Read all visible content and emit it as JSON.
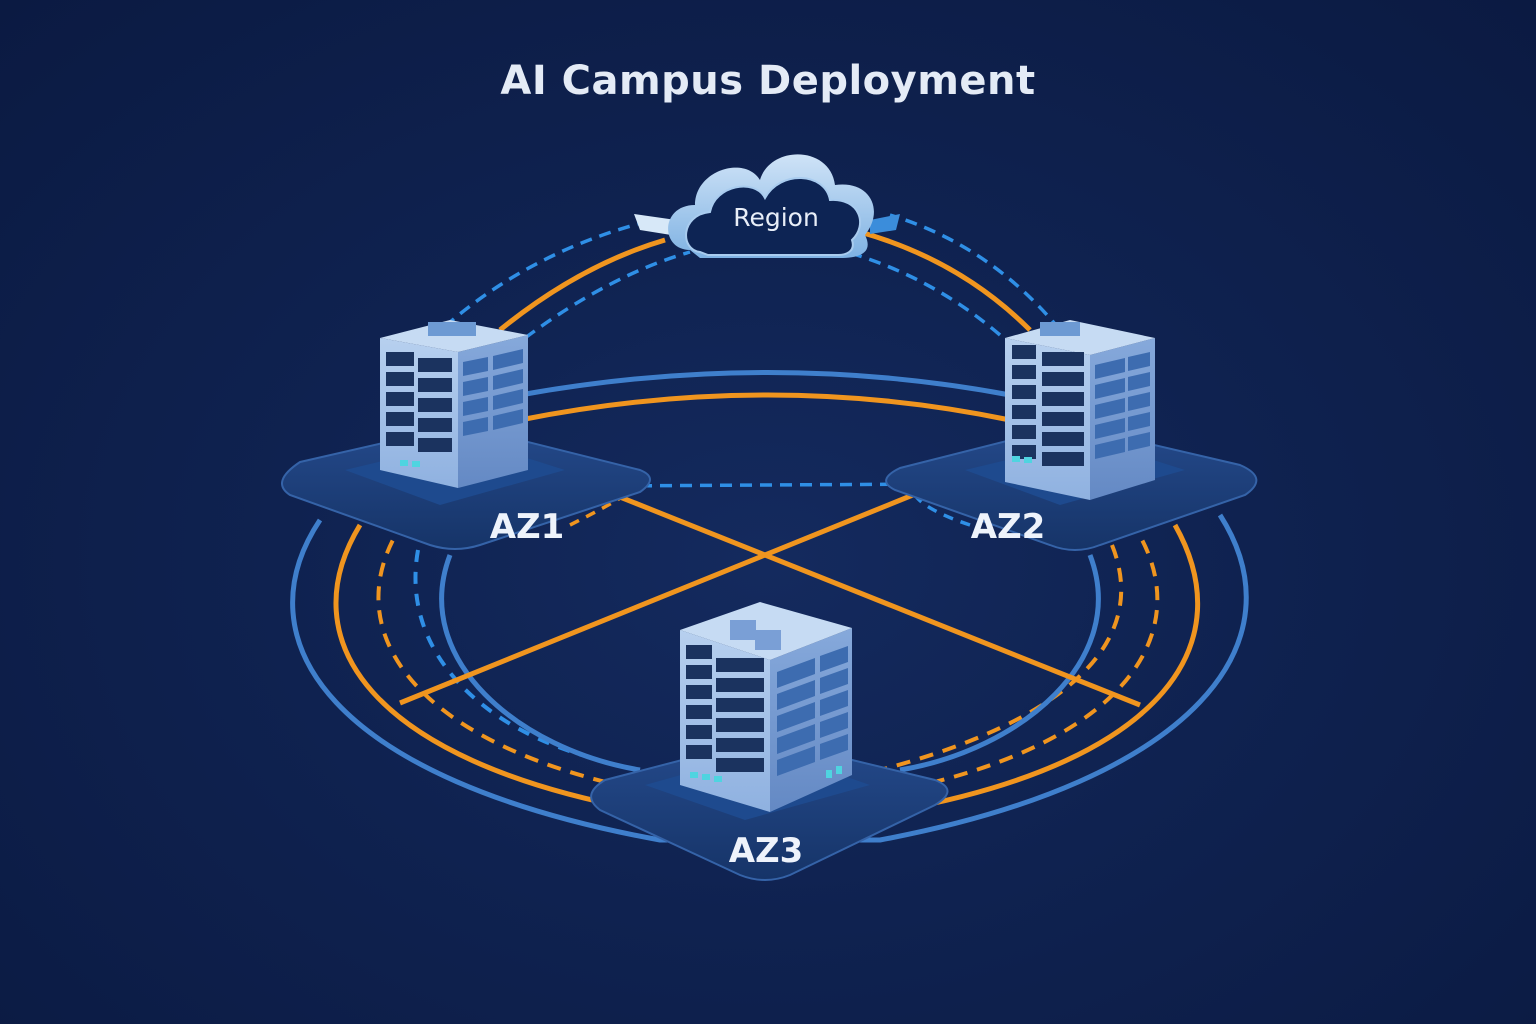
{
  "title": "AI Campus Deployment",
  "region": {
    "label": "Region",
    "icon": "cloud-icon"
  },
  "zones": [
    {
      "id": "az1",
      "label": "AZ1",
      "icon": "datacenter-building-icon"
    },
    {
      "id": "az2",
      "label": "AZ2",
      "icon": "datacenter-building-icon"
    },
    {
      "id": "az3",
      "label": "AZ3",
      "icon": "datacenter-building-icon"
    }
  ],
  "colors": {
    "background": "#0f2250",
    "link_orange": "#f0951f",
    "link_blue": "#3f86d6",
    "link_blue_dashed": "#2f8fe6",
    "building_light": "#a9c6ea",
    "building_mid": "#6f98cf",
    "platform": "#1d3e78",
    "text": "#e4ebf6"
  },
  "links": [
    {
      "from": "Region",
      "to": "AZ1",
      "styles": [
        "dashed-blue",
        "solid-orange",
        "dashed-blue"
      ]
    },
    {
      "from": "Region",
      "to": "AZ2",
      "styles": [
        "dashed-blue",
        "solid-orange",
        "dashed-blue"
      ]
    },
    {
      "from": "AZ1",
      "to": "AZ2",
      "styles": [
        "solid-blue",
        "solid-orange",
        "dashed-blue"
      ]
    },
    {
      "from": "AZ1",
      "to": "AZ3",
      "styles": [
        "solid-orange-diagonal",
        "ring-solid-blue",
        "ring-solid-orange",
        "ring-dashed-orange",
        "ring-dashed-blue"
      ]
    },
    {
      "from": "AZ2",
      "to": "AZ3",
      "styles": [
        "solid-orange-diagonal",
        "ring-solid-blue",
        "ring-solid-orange",
        "ring-dashed-orange"
      ]
    }
  ]
}
